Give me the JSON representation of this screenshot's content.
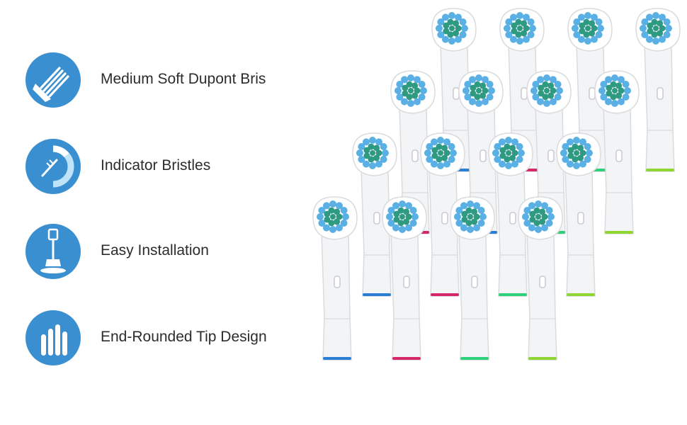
{
  "features": [
    {
      "label": "Medium Soft Dupont Bris",
      "icon": "bristle-comb-icon"
    },
    {
      "label": "Indicator Bristles",
      "icon": "indicator-gauge-icon"
    },
    {
      "label": "Easy Installation",
      "icon": "brush-mount-icon"
    },
    {
      "label": "End-Rounded Tip Design",
      "icon": "rounded-tips-icon"
    }
  ],
  "colors": {
    "icon_circle": "#3a8fd0",
    "head_body": "#f3f4f5",
    "bristle_blue": "#5ab0e4",
    "bristle_green": "#2f9a82",
    "ring_colors": [
      "#2a7fd4",
      "#d4286a",
      "#2fd07a",
      "#8fd634"
    ]
  },
  "product": {
    "name": "toothbrush-replacement-heads",
    "head_count": 16
  }
}
